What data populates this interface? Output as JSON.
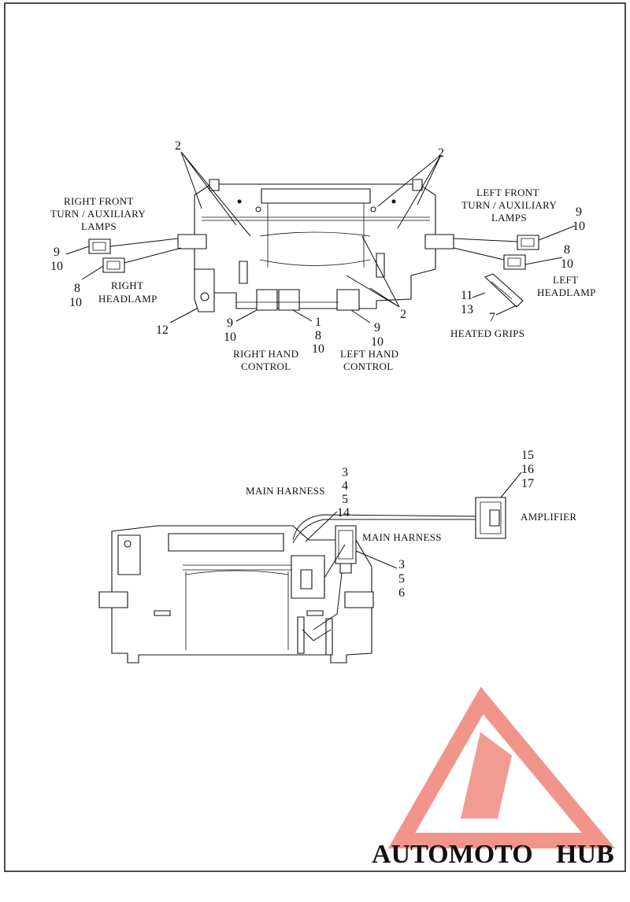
{
  "labels": {
    "right_front_turn": [
      "RIGHT FRONT",
      "TURN / AUXILIARY",
      "LAMPS"
    ],
    "left_front_turn": [
      "LEFT FRONT",
      "TURN / AUXILIARY",
      "LAMPS"
    ],
    "right_headlamp": [
      "RIGHT",
      "HEADLAMP"
    ],
    "left_headlamp": [
      "LEFT",
      "HEADLAMP"
    ],
    "right_hand_control": [
      "RIGHT HAND",
      "CONTROL"
    ],
    "left_hand_control": [
      "LEFT HAND",
      "CONTROL"
    ],
    "heated_grips": "HEATED GRIPS",
    "main_harness_top": "MAIN HARNESS",
    "main_harness_side": "MAIN HARNESS",
    "amplifier": "AMPLIFIER"
  },
  "callouts": {
    "two_left": "2",
    "two_right": "2",
    "two_bottom": "2",
    "rft_9": "9",
    "rft_10": "10",
    "rhl_8": "8",
    "rhl_10": "10",
    "twelve": "12",
    "rhc_9": "9",
    "rhc_10": "10",
    "c_1": "1",
    "c_8": "8",
    "c_10": "10",
    "lhc_9": "9",
    "lhc_10": "10",
    "lft_9": "9",
    "lft_10": "10",
    "lhl_8": "8",
    "lhl_10": "10",
    "hg_11": "11",
    "hg_13": "13",
    "hg_7": "7",
    "mh_3": "3",
    "mh_4": "4",
    "mh_5": "5",
    "mh_14": "14",
    "mh2_3": "3",
    "mh2_5": "5",
    "mh2_6": "6",
    "amp_15": "15",
    "amp_16": "16",
    "amp_17": "17"
  },
  "watermark": {
    "text_orange": "AUTOMOTO",
    "text_gray": "HUB",
    "colors": {
      "red": "#f08a80",
      "orange": "#f5a623",
      "gray": "#8a8a8a"
    }
  }
}
